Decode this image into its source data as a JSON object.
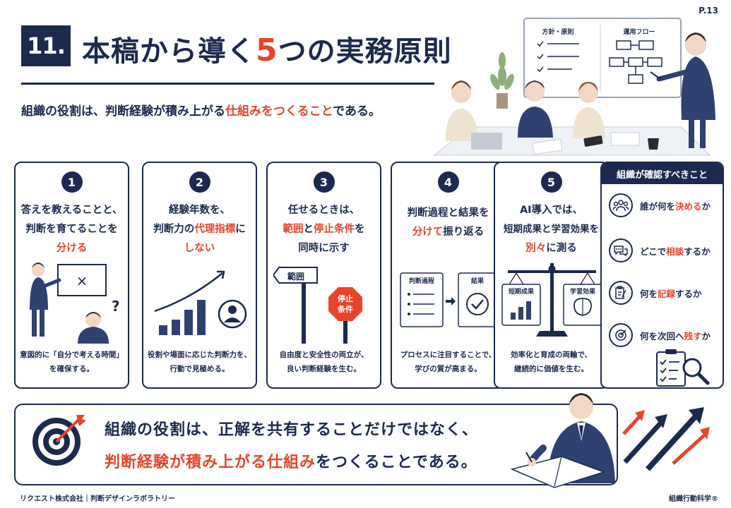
{
  "page_number": "P.13",
  "title": {
    "badge": "11.",
    "prefix": "本稿から導く",
    "number": "5",
    "suffix": "つの実務原則"
  },
  "subtitle": {
    "pre": "組織の役割は、判断経験が積み上がる",
    "accent": "仕組みをつくること",
    "post": "である。"
  },
  "meeting_board": {
    "left_label": "方針・原則",
    "right_label": "運用フロー"
  },
  "cards": [
    {
      "num": "1",
      "line1": "答えを教えることと、",
      "line2": "判断を育てることを",
      "line3_accent": "分ける",
      "desc1": "意図的に「自分で考える時間」",
      "desc2": "を確保する。",
      "board_mark": "×",
      "question_mark": "?"
    },
    {
      "num": "2",
      "line1": "経験年数を、",
      "line2_pre": "判断力の",
      "line2_accent": "代理指標",
      "line2_post": "に",
      "line3_accent": "しない",
      "desc1": "役割や場面に応じた判断力を、",
      "desc2": "行動で見極める。"
    },
    {
      "num": "3",
      "line1": "任せるときは、",
      "line2_accent1": "範囲",
      "line2_mid": "と",
      "line2_accent2": "停止条件",
      "line2_post": "を",
      "line3": "同時に示す",
      "sign_label": "範囲",
      "stop_line1": "停止",
      "stop_line2": "条件",
      "desc1": "自由度と安全性の両立が、",
      "desc2": "良い判断経験を生む。"
    },
    {
      "num": "4",
      "line1": "判断過程と結果を",
      "line2_accent": "分けて",
      "line2_post": "振り返る",
      "process_label": "判断過程",
      "result_label": "結果",
      "desc1": "プロセスに注目することで、",
      "desc2": "学びの質が高まる。"
    },
    {
      "num": "5",
      "line1": "AI導入では、",
      "line2": "短期成果と学習効果を",
      "line3_accent": "別々",
      "line3_post": "に測る",
      "short_label": "短期成果",
      "learn_label": "学習効果",
      "desc1": "効率化と育成の両輪で、",
      "desc2": "継続的に価値を生む。"
    }
  ],
  "confirm": {
    "header": "組織が確認すべきこと",
    "items": [
      {
        "icon": "people-icon",
        "pre": "誰が何を",
        "accent": "決める",
        "post": "か"
      },
      {
        "icon": "chat-icon",
        "pre": "どこで",
        "accent": "相談",
        "post": "するか"
      },
      {
        "icon": "clipboard-pen-icon",
        "pre": "何を",
        "accent": "記録",
        "post": "するか"
      },
      {
        "icon": "target-small-icon",
        "pre": "何を次回へ",
        "accent": "残す",
        "post": "か"
      }
    ]
  },
  "conclusion": {
    "line1": "組織の役割は、正解を共有することだけではなく、",
    "line2_accent1": "判断経験が積み上がる",
    "line2_accent2": "仕組み",
    "line2_post": "をつくることである。"
  },
  "footer": {
    "left": "リクエスト株式会社｜判断デザインラボラトリー",
    "right": "組織行動科学®"
  },
  "colors": {
    "navy": "#1b2a4e",
    "accent": "#e8442a"
  }
}
